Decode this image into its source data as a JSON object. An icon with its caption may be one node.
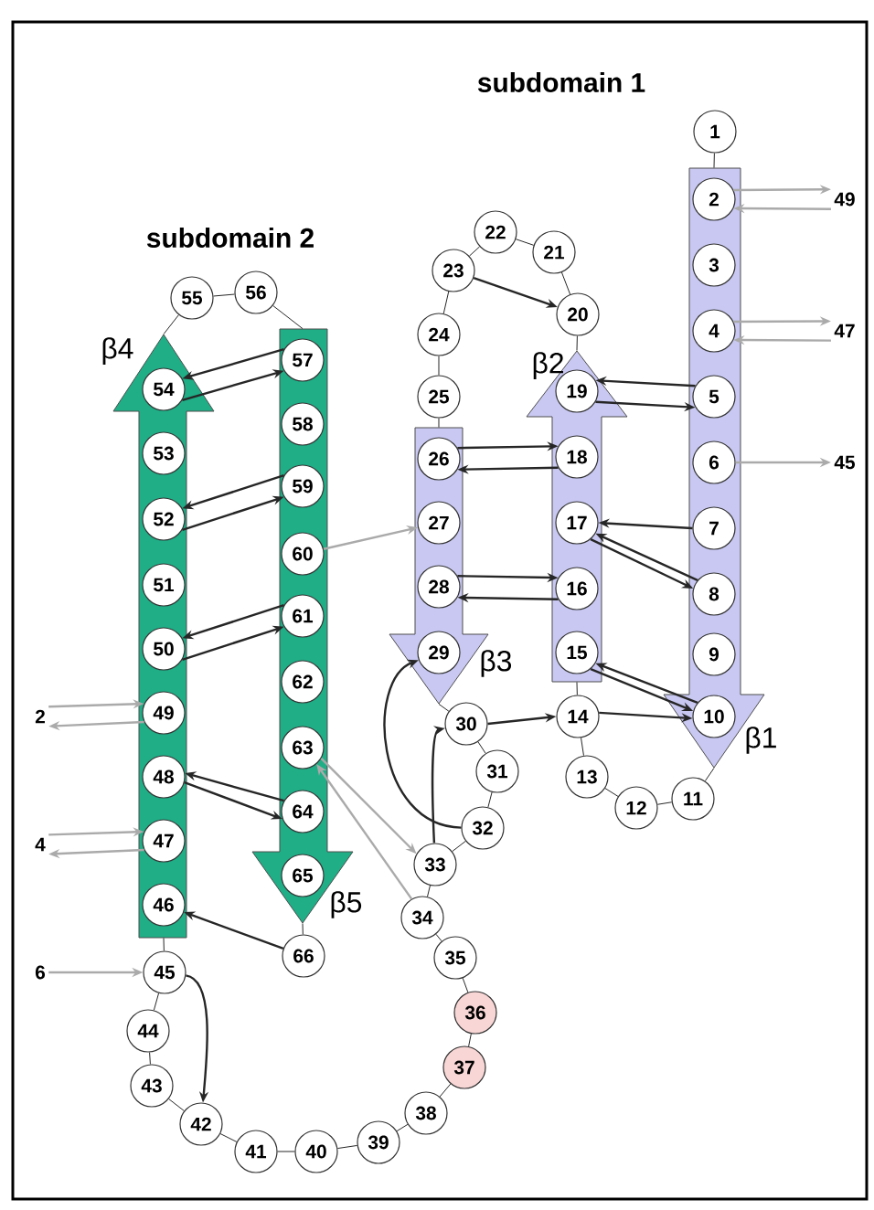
{
  "diagram": {
    "nodes": [
      {
        "text": [
          "β1"
        ]
      },
      {
        "text": [
          "β2"
        ]
      },
      {
        "text": [
          "β3"
        ]
      },
      {
        "text": [
          "β4"
        ]
      },
      {
        "text": [
          "β5"
        ]
      },
      {
        "text": [
          "1"
        ]
      },
      {
        "text": [
          "2"
        ],
        "in": 0
      },
      {
        "text": [
          "3"
        ],
        "in": 0
      },
      {
        "text": [
          "4"
        ],
        "in": 0
      },
      {
        "text": [
          "5"
        ],
        "in": 0
      },
      {
        "text": [
          "6"
        ],
        "in": 0
      },
      {
        "text": [
          "7"
        ],
        "in": 0
      },
      {
        "text": [
          "8"
        ],
        "in": 0
      },
      {
        "text": [
          "9"
        ],
        "in": 0
      },
      {
        "text": [
          "10"
        ],
        "in": 0
      },
      {
        "text": [
          "11"
        ]
      },
      {
        "text": [
          "12"
        ]
      },
      {
        "text": [
          "13"
        ]
      },
      {
        "text": [
          "14"
        ]
      },
      {
        "text": [
          "15"
        ],
        "in": 1
      },
      {
        "text": [
          "16"
        ],
        "in": 1
      },
      {
        "text": [
          "17"
        ],
        "in": 1
      },
      {
        "text": [
          "18"
        ],
        "in": 1
      },
      {
        "text": [
          "19"
        ],
        "in": 1
      },
      {
        "text": [
          "20"
        ]
      },
      {
        "text": [
          "21"
        ]
      },
      {
        "text": [
          "22"
        ]
      },
      {
        "text": [
          "23"
        ]
      },
      {
        "text": [
          "24"
        ]
      },
      {
        "text": [
          "25"
        ]
      },
      {
        "text": [
          "26"
        ],
        "in": 2
      },
      {
        "text": [
          "27"
        ],
        "in": 2
      },
      {
        "text": [
          "28"
        ],
        "in": 2
      },
      {
        "text": [
          "29"
        ],
        "in": 2
      },
      {
        "text": [
          "30"
        ]
      },
      {
        "text": [
          "31"
        ]
      },
      {
        "text": [
          "32"
        ]
      },
      {
        "text": [
          "33"
        ]
      },
      {
        "text": [
          "34"
        ]
      },
      {
        "text": [
          "35"
        ]
      },
      {
        "text": [
          "36"
        ]
      },
      {
        "text": [
          "37"
        ]
      },
      {
        "text": [
          "38"
        ]
      },
      {
        "text": [
          "39"
        ]
      },
      {
        "text": [
          "40"
        ]
      },
      {
        "text": [
          "41"
        ]
      },
      {
        "text": [
          "42"
        ]
      },
      {
        "text": [
          "43"
        ]
      },
      {
        "text": [
          "44"
        ]
      },
      {
        "text": [
          "45"
        ]
      },
      {
        "text": [
          "46"
        ],
        "in": 3
      },
      {
        "text": [
          "47"
        ],
        "in": 3
      },
      {
        "text": [
          "48"
        ],
        "in": 3
      },
      {
        "text": [
          "49"
        ],
        "in": 3
      },
      {
        "text": [
          "50"
        ],
        "in": 3
      },
      {
        "text": [
          "51"
        ],
        "in": 3
      },
      {
        "text": [
          "52"
        ],
        "in": 3
      },
      {
        "text": [
          "53"
        ],
        "in": 3
      },
      {
        "text": [
          "54"
        ],
        "in": 3
      },
      {
        "text": [
          "55"
        ]
      },
      {
        "text": [
          "56"
        ]
      },
      {
        "text": [
          "57"
        ],
        "in": 4
      },
      {
        "text": [
          "58"
        ],
        "in": 4
      },
      {
        "text": [
          "59"
        ],
        "in": 4
      },
      {
        "text": [
          "60"
        ],
        "in": 4
      },
      {
        "text": [
          "61"
        ],
        "in": 4
      },
      {
        "text": [
          "62"
        ],
        "in": 4
      },
      {
        "text": [
          "63"
        ],
        "in": 4
      },
      {
        "text": [
          "64"
        ],
        "in": 4
      },
      {
        "text": [
          "65"
        ],
        "in": 4
      },
      {
        "text": [
          "66"
        ]
      },
      {
        "text": [
          "49"
        ]
      },
      {
        "text": [
          "47"
        ]
      },
      {
        "text": [
          "45"
        ]
      },
      {
        "text": [
          "2"
        ]
      },
      {
        "text": [
          "4"
        ]
      },
      {
        "text": [
          "6"
        ]
      }
    ],
    "edges": [
      {
        "from": 5,
        "to": 0,
        "arrow": "none"
      },
      {
        "from": 0,
        "to": 15,
        "arrow": "none"
      },
      {
        "from": 15,
        "to": 16,
        "arrow": "none"
      },
      {
        "from": 16,
        "to": 17,
        "arrow": "none"
      },
      {
        "from": 17,
        "to": 18,
        "arrow": "none"
      },
      {
        "from": 18,
        "to": 1,
        "arrow": "none"
      },
      {
        "from": 1,
        "to": 24,
        "arrow": "none"
      },
      {
        "from": 24,
        "to": 25,
        "arrow": "none"
      },
      {
        "from": 25,
        "to": 26,
        "arrow": "none"
      },
      {
        "from": 26,
        "to": 27,
        "arrow": "none"
      },
      {
        "from": 27,
        "to": 28,
        "arrow": "none"
      },
      {
        "from": 28,
        "to": 29,
        "arrow": "none"
      },
      {
        "from": 29,
        "to": 2,
        "arrow": "none"
      },
      {
        "from": 2,
        "to": 34,
        "arrow": "none"
      },
      {
        "from": 34,
        "to": 35,
        "arrow": "none"
      },
      {
        "from": 35,
        "to": 36,
        "arrow": "none"
      },
      {
        "from": 36,
        "to": 37,
        "arrow": "none"
      },
      {
        "from": 37,
        "to": 38,
        "arrow": "none"
      },
      {
        "from": 38,
        "to": 39,
        "arrow": "none"
      },
      {
        "from": 39,
        "to": 40,
        "arrow": "none"
      },
      {
        "from": 40,
        "to": 41,
        "arrow": "none"
      },
      {
        "from": 41,
        "to": 42,
        "arrow": "none"
      },
      {
        "from": 42,
        "to": 43,
        "arrow": "none"
      },
      {
        "from": 43,
        "to": 44,
        "arrow": "none"
      },
      {
        "from": 44,
        "to": 45,
        "arrow": "none"
      },
      {
        "from": 45,
        "to": 46,
        "arrow": "none"
      },
      {
        "from": 46,
        "to": 47,
        "arrow": "none"
      },
      {
        "from": 47,
        "to": 48,
        "arrow": "none"
      },
      {
        "from": 48,
        "to": 49,
        "arrow": "none"
      },
      {
        "from": 49,
        "to": 3,
        "arrow": "none"
      },
      {
        "from": 3,
        "to": 59,
        "arrow": "none"
      },
      {
        "from": 59,
        "to": 60,
        "arrow": "none"
      },
      {
        "from": 60,
        "to": 4,
        "arrow": "none"
      },
      {
        "from": 4,
        "to": 70,
        "arrow": "none"
      },
      {
        "from": 9,
        "to": 23,
        "arrow": "to"
      },
      {
        "from": 23,
        "to": 9,
        "arrow": "to"
      },
      {
        "from": 11,
        "to": 21,
        "arrow": "to"
      },
      {
        "from": 12,
        "to": 21,
        "arrow": "to"
      },
      {
        "from": 21,
        "to": 12,
        "arrow": "to"
      },
      {
        "from": 14,
        "to": 19,
        "arrow": "to"
      },
      {
        "from": 19,
        "to": 14,
        "arrow": "to"
      },
      {
        "from": 18,
        "to": 14,
        "arrow": "to"
      },
      {
        "from": 34,
        "to": 18,
        "arrow": "to"
      },
      {
        "from": 27,
        "to": 24,
        "arrow": "to"
      },
      {
        "from": 30,
        "to": 22,
        "arrow": "to"
      },
      {
        "from": 22,
        "to": 30,
        "arrow": "to"
      },
      {
        "from": 32,
        "to": 20,
        "arrow": "to"
      },
      {
        "from": 20,
        "to": 32,
        "arrow": "to"
      },
      {
        "from": 36,
        "to": 33,
        "arrow": "to"
      },
      {
        "from": 37,
        "to": 34,
        "arrow": "to"
      },
      {
        "from": 61,
        "to": 58,
        "arrow": "to"
      },
      {
        "from": 58,
        "to": 61,
        "arrow": "to"
      },
      {
        "from": 63,
        "to": 56,
        "arrow": "to"
      },
      {
        "from": 56,
        "to": 63,
        "arrow": "to"
      },
      {
        "from": 65,
        "to": 54,
        "arrow": "to"
      },
      {
        "from": 54,
        "to": 65,
        "arrow": "to"
      },
      {
        "from": 68,
        "to": 52,
        "arrow": "to"
      },
      {
        "from": 52,
        "to": 68,
        "arrow": "to"
      },
      {
        "from": 70,
        "to": 50,
        "arrow": "to"
      },
      {
        "from": 49,
        "to": 46,
        "arrow": "to"
      },
      {
        "from": 64,
        "to": 31,
        "arrow": "to",
        "color": "#aaaaaa"
      },
      {
        "from": 67,
        "to": 37,
        "arrow": "to",
        "color": "#aaaaaa"
      },
      {
        "from": 38,
        "to": 67,
        "arrow": "to",
        "color": "#aaaaaa"
      },
      {
        "from": 6,
        "to": 71,
        "arrow": "to",
        "color": "#aaaaaa"
      },
      {
        "from": 71,
        "to": 6,
        "arrow": "to",
        "color": "#aaaaaa"
      },
      {
        "from": 8,
        "to": 72,
        "arrow": "to",
        "color": "#aaaaaa"
      },
      {
        "from": 72,
        "to": 8,
        "arrow": "to",
        "color": "#aaaaaa"
      },
      {
        "from": 10,
        "to": 73,
        "arrow": "to",
        "color": "#aaaaaa"
      },
      {
        "from": 74,
        "to": 53,
        "arrow": "to",
        "color": "#aaaaaa"
      },
      {
        "from": 53,
        "to": 74,
        "arrow": "to",
        "color": "#aaaaaa"
      },
      {
        "from": 75,
        "to": 51,
        "arrow": "to",
        "color": "#aaaaaa"
      },
      {
        "from": 51,
        "to": 75,
        "arrow": "to",
        "color": "#aaaaaa"
      },
      {
        "from": 76,
        "to": 49,
        "arrow": "to",
        "color": "#aaaaaa"
      }
    ],
    "labels": [
      "subdomain 1",
      "subdomain 2"
    ]
  }
}
